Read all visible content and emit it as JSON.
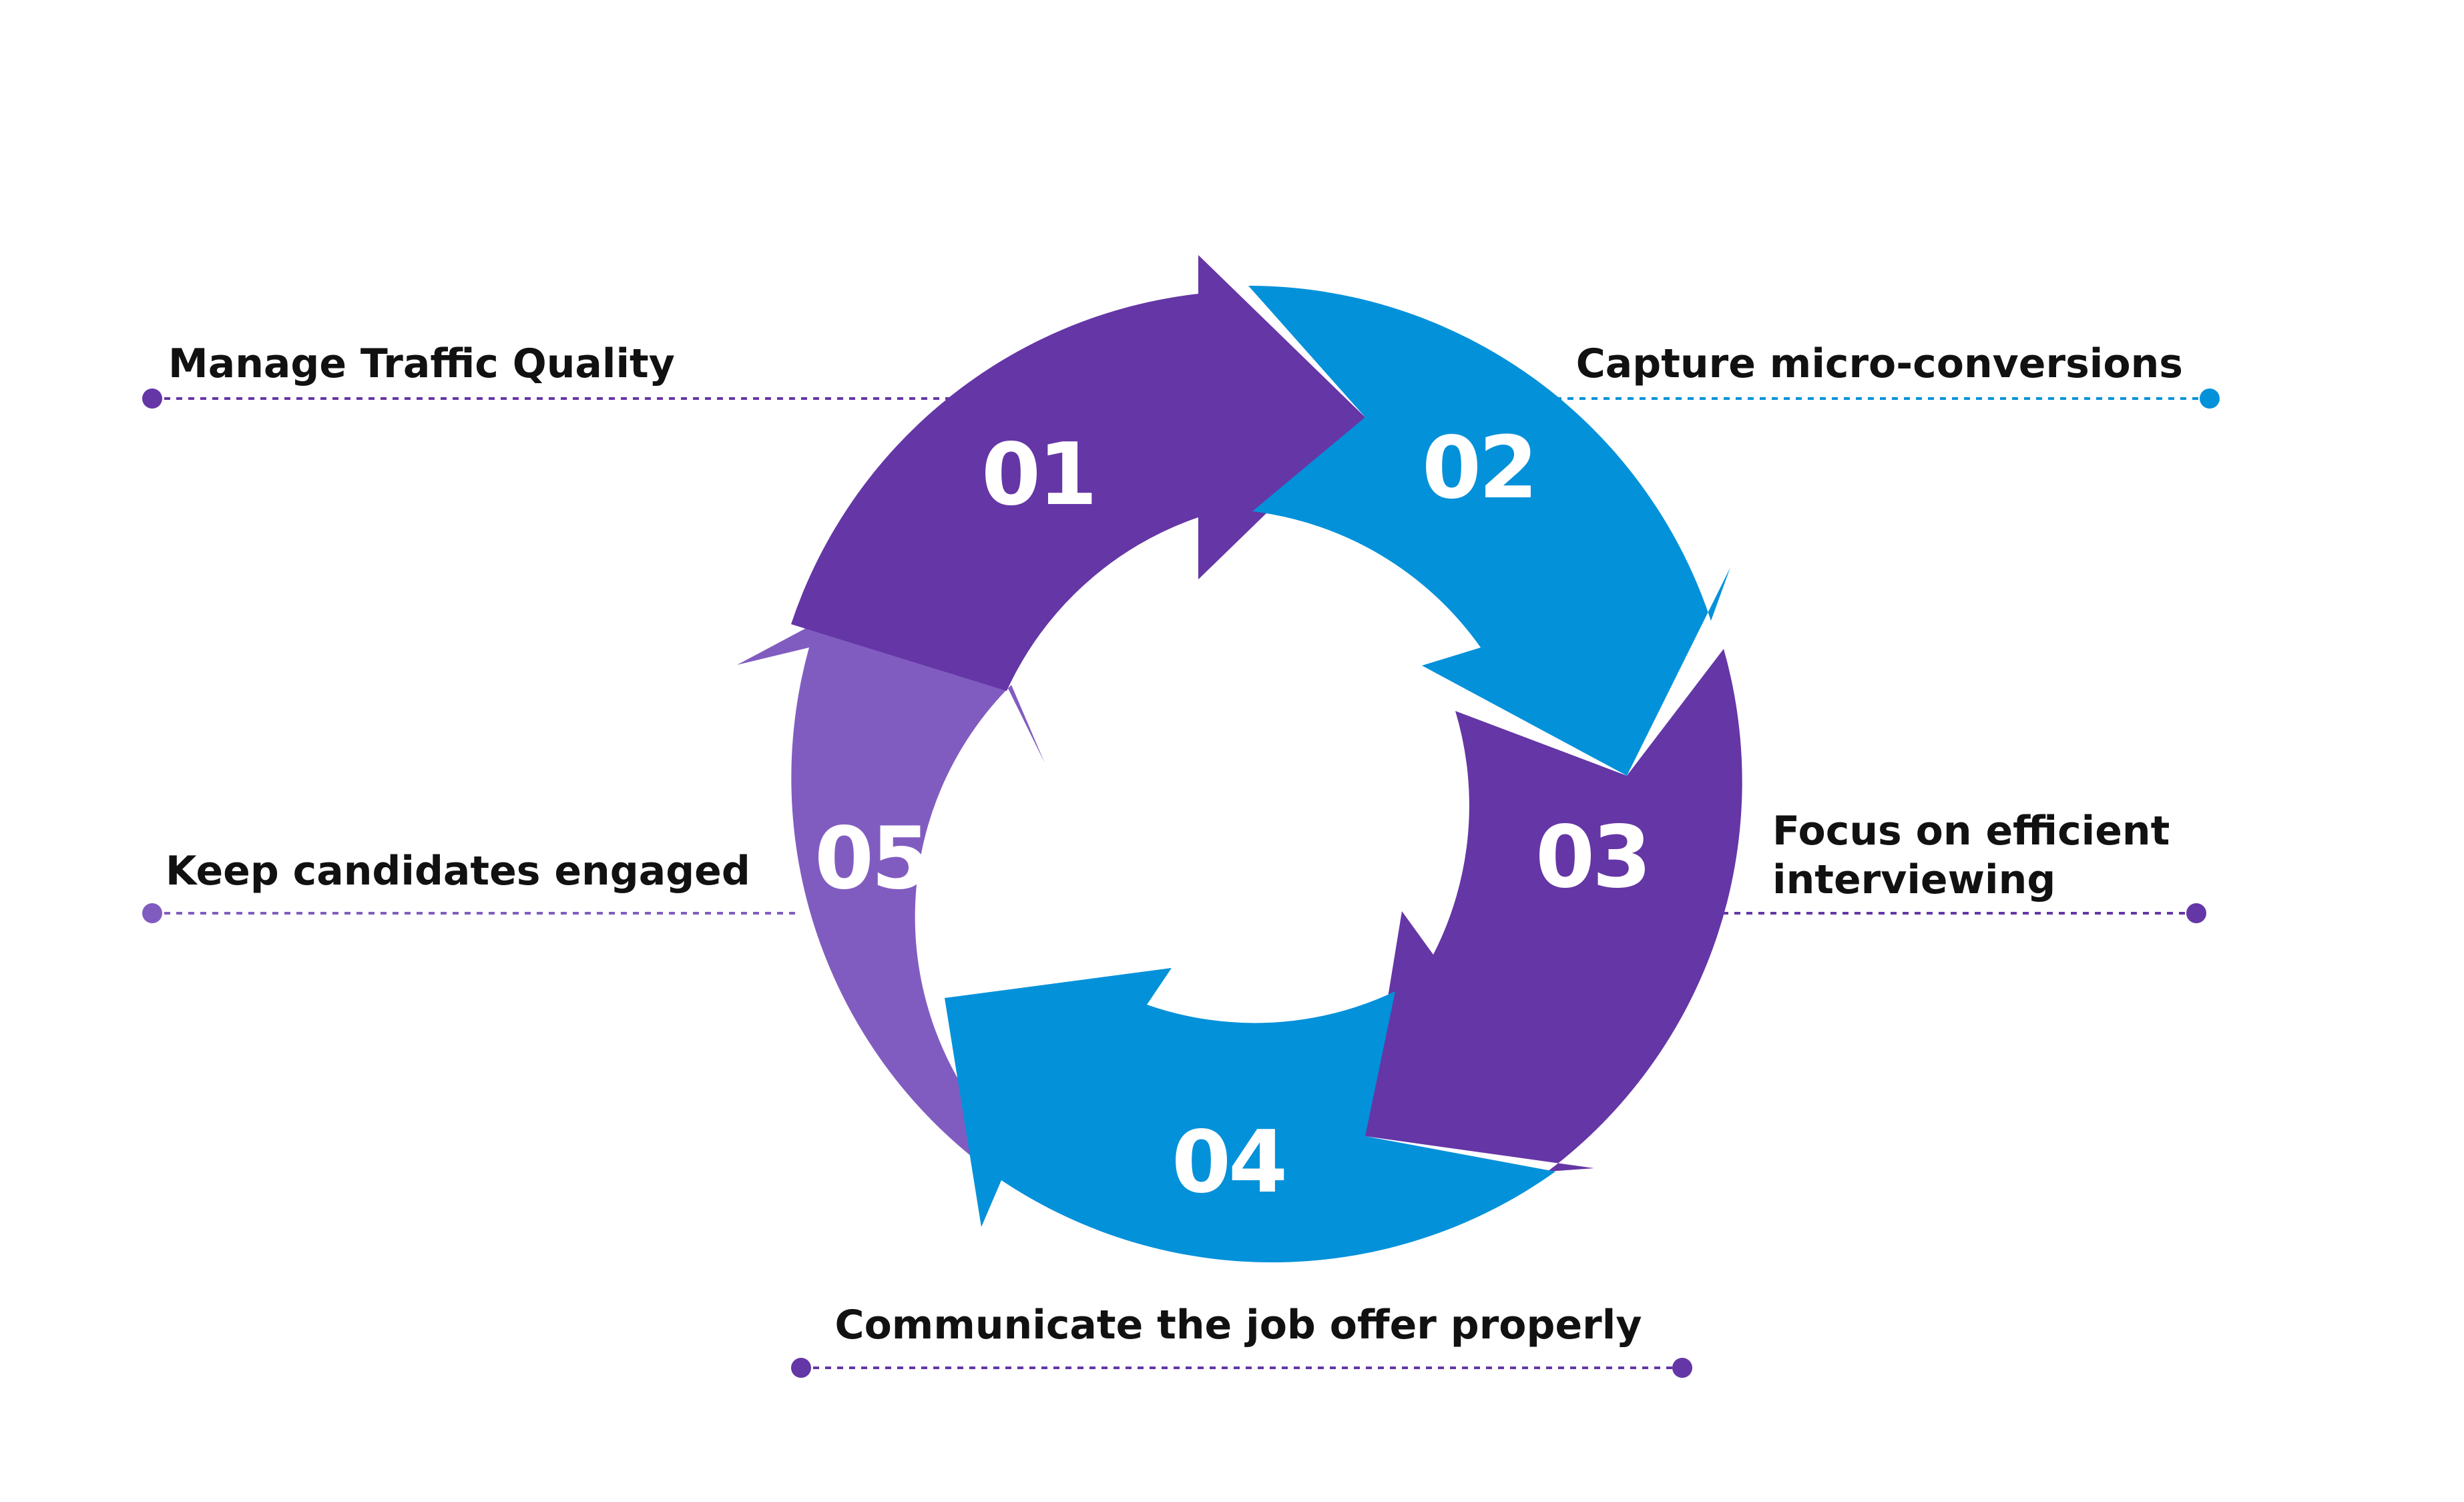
{
  "colors": {
    "dark_purple": "#6536A6",
    "blue": "#0391DA",
    "light_purple": "#815CC0",
    "label_text": "#111111",
    "number_text": "#FFFFFF"
  },
  "steps": [
    {
      "number": "01",
      "label": "Manage Traffic Quality",
      "color": "dark_purple"
    },
    {
      "number": "02",
      "label": "Capture micro-conversions",
      "color": "blue"
    },
    {
      "number": "03",
      "label_lines": [
        "Focus on efficient",
        "interviewing"
      ],
      "color": "dark_purple"
    },
    {
      "number": "04",
      "label": "Communicate the job offer properly",
      "color": "blue"
    },
    {
      "number": "05",
      "label": "Keep candidates engaged",
      "color": "light_purple"
    }
  ]
}
